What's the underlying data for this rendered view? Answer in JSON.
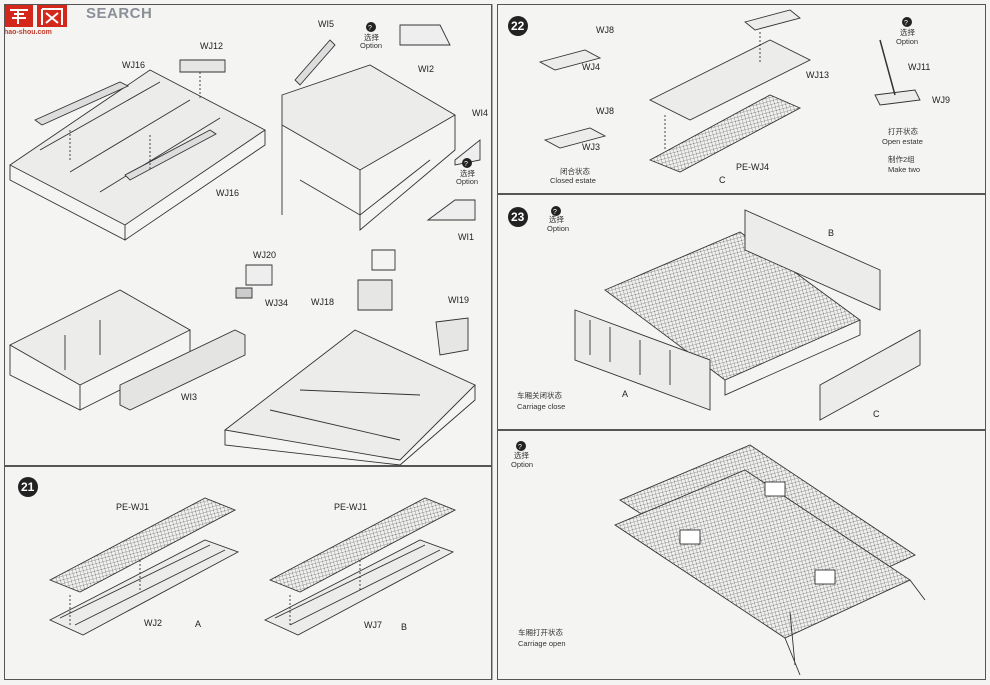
{
  "watermark": {
    "brand": "SEARCH",
    "url": "hao-shou.com",
    "colors": {
      "red": "#d3271c",
      "gray": "#8a8f98"
    }
  },
  "steps": [
    {
      "number": "21",
      "labels": [
        "PE-WJ1",
        "WJ2",
        "A",
        "PE-WJ1",
        "WJ7",
        "B"
      ]
    },
    {
      "number": "22",
      "labels": [
        "WJ8",
        "WJ4",
        "WJ8",
        "WJ3",
        "WJ13",
        "PE-WJ4",
        "C",
        "WJ11",
        "WJ9"
      ],
      "closed_cn": "闭合状态",
      "closed_en": "Closed estate",
      "open_cn": "打开状态",
      "open_en": "Open estate",
      "make_cn": "制作2组",
      "make_en": "Make two"
    },
    {
      "number": "23",
      "labels": [
        "B",
        "A",
        "C"
      ],
      "carriage_close_cn": "车厢关闭状态",
      "carriage_close_en": "Carriage close"
    },
    {
      "number": "",
      "carriage_open_cn": "车厢打开状态",
      "carriage_open_en": "Carriage open"
    }
  ],
  "top_left": {
    "labels": [
      "WJ12",
      "WJ16",
      "WJ16",
      "WI5",
      "WI2",
      "WI4",
      "WI1",
      "WJ20",
      "WJ34",
      "WJ18",
      "WI19",
      "WI3"
    ]
  },
  "option": {
    "cn": "选择",
    "en": "Option",
    "icon": "question-icon"
  }
}
